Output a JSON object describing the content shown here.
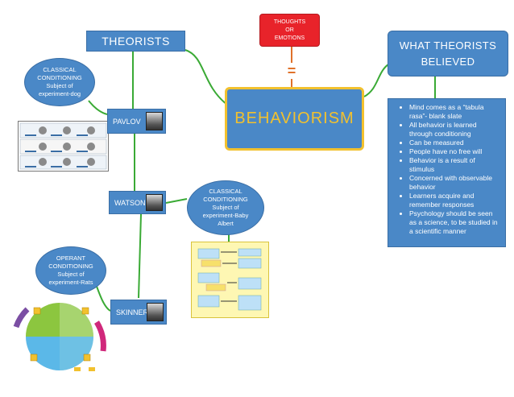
{
  "center": {
    "title": "BEHAVIORISM"
  },
  "theorists": {
    "header": "THEORISTS"
  },
  "thoughts": {
    "line1": "THOUGHTS",
    "line2": "OR",
    "line3": "EMOTIONS",
    "connector": "="
  },
  "beliefs": {
    "header_line1": "WHAT THEORISTS",
    "header_line2": "BELIEVED",
    "items": [
      "Mind comes as a “tabula rasa”- blank slate",
      "All behavior is learned through conditioning",
      "Can be measured",
      "People have no free will",
      "Behavior is a result of stimulus",
      "Concerned with observable behavior",
      "Learners acquire and remember responses",
      "Psychology should be seen as a science, to be studied in a scientific manner"
    ]
  },
  "nodes": {
    "pavlov": {
      "name": "PAVLOV",
      "bubble": [
        "CLASSICAL",
        "CONDITIONING",
        "Subject of",
        "experiment-dog"
      ]
    },
    "watson": {
      "name": "WATSON",
      "bubble": [
        "CLASSICAL",
        "CONDITIONING",
        "Subject of",
        "experiment-Baby",
        "Albert"
      ]
    },
    "skinner": {
      "name": "SKINNER",
      "bubble": [
        "OPERANT",
        "CONDITIONING",
        "Subject of",
        "experiment-Rats"
      ]
    }
  },
  "colors": {
    "box": "#4a88c7",
    "border": "#3a6ea5",
    "link": "#3aaa35",
    "accent": "#f2c12e",
    "thoughts": "#e8232a",
    "connector": "#e0712a"
  }
}
